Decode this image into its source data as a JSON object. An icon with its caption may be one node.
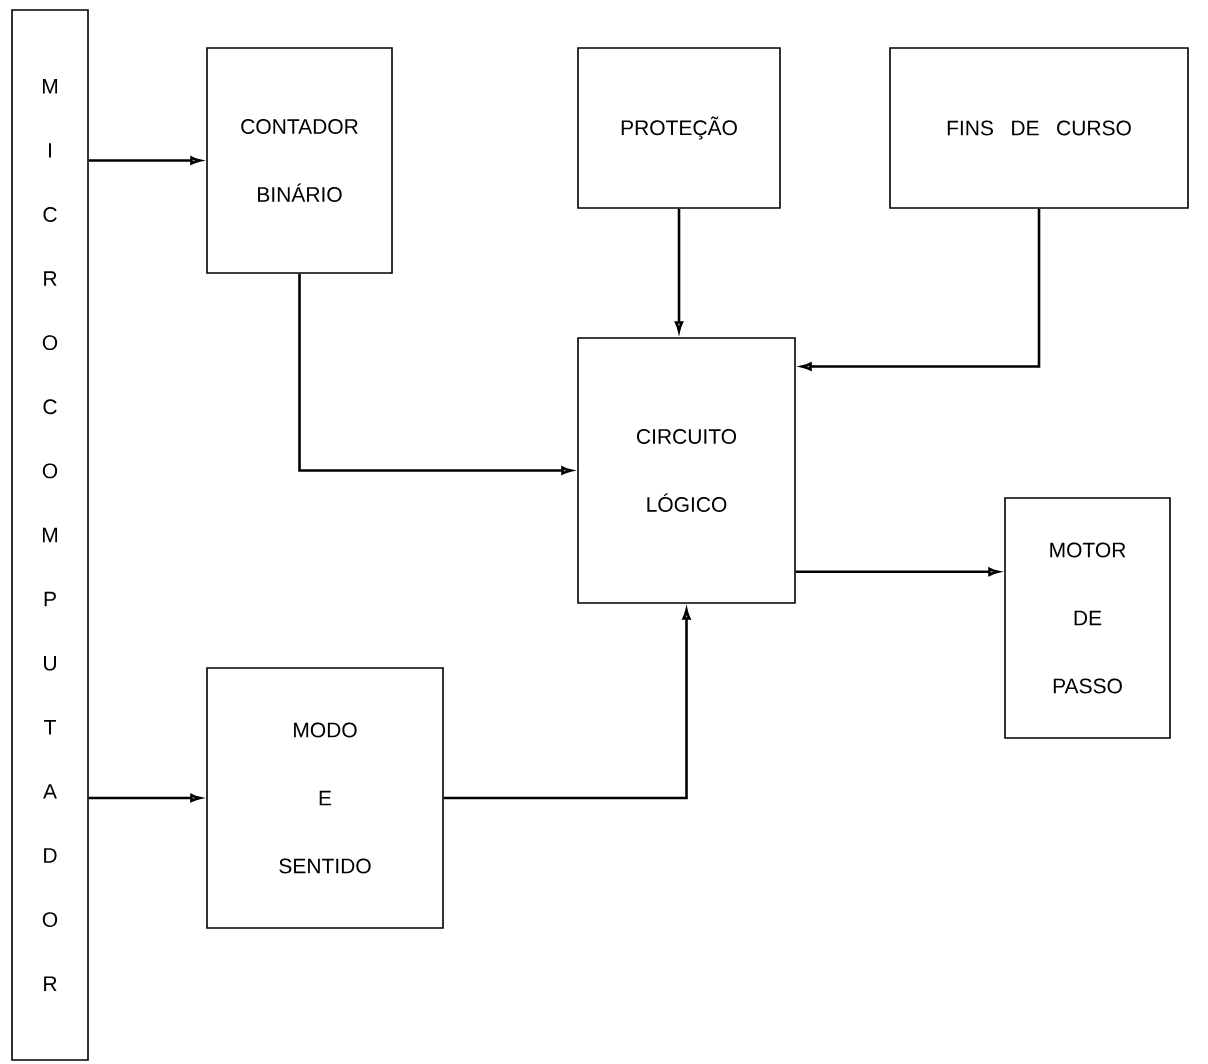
{
  "diagram": {
    "nodes": [
      {
        "text": [
          "MICROCOMPUTADOR"
        ]
      },
      {
        "text": [
          "CONTADOR BINÁRIO"
        ]
      },
      {
        "text": [
          "PROTEÇÃO"
        ]
      },
      {
        "text": [
          "FINS DE CURSO"
        ]
      },
      {
        "text": [
          "CIRCUITO LÓGICO"
        ]
      },
      {
        "text": [
          "MOTOR DE PASSO"
        ]
      },
      {
        "text": [
          "MODO E SENTIDO"
        ]
      }
    ],
    "edges": [
      {
        "from": 0,
        "to": 1,
        "arrow": "to"
      },
      {
        "from": 0,
        "to": 6,
        "arrow": "to"
      },
      {
        "from": 1,
        "to": 4,
        "arrow": "to"
      },
      {
        "from": 2,
        "to": 4,
        "arrow": "to"
      },
      {
        "from": 3,
        "to": 4,
        "arrow": "to"
      },
      {
        "from": 4,
        "to": 5,
        "arrow": "to"
      },
      {
        "from": 6,
        "to": 4,
        "arrow": "to"
      }
    ]
  }
}
